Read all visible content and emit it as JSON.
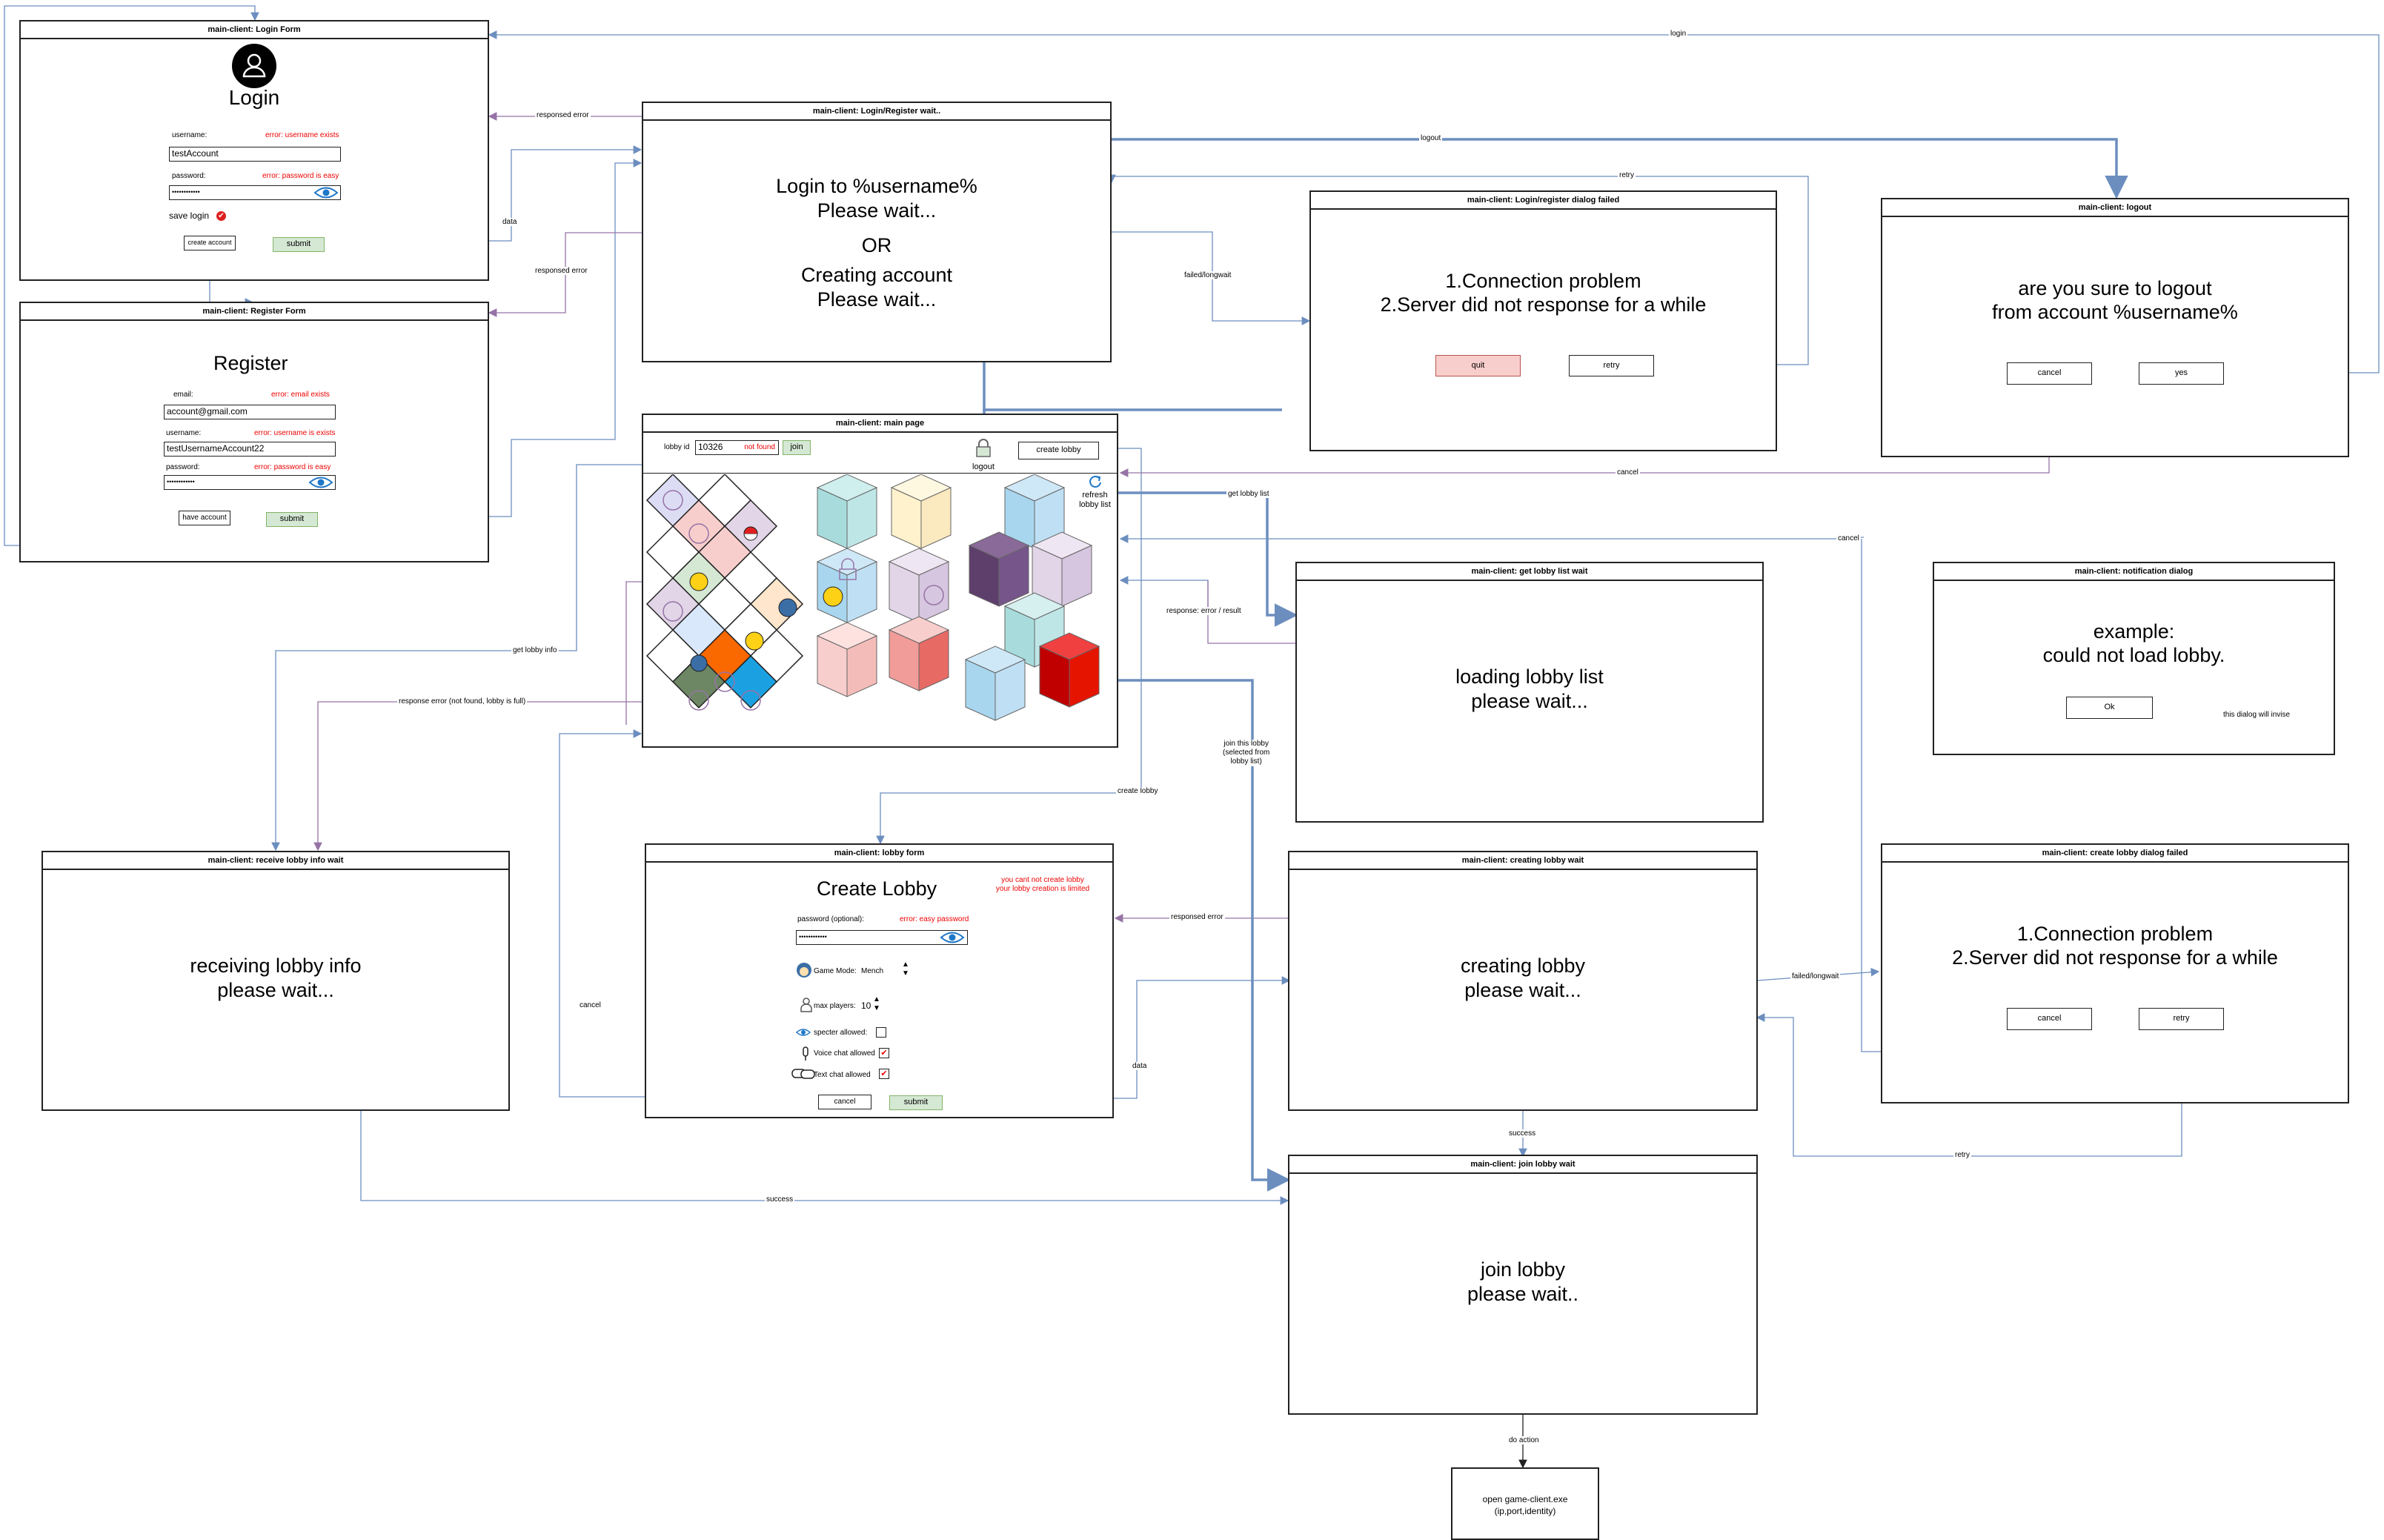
{
  "login_form": {
    "title": "main-client: Login Form",
    "heading": "Login",
    "username_label": "username:",
    "username_error": "error: username exists",
    "username_value": "testAccount",
    "password_label": "password:",
    "password_error": "error: password is easy",
    "password_value": "••••••••••••",
    "save_login": "save login",
    "create_account": "create account",
    "submit": "submit"
  },
  "register_form": {
    "title": "main-client: Register Form",
    "heading": "Register",
    "email_label": "email:",
    "email_error": "error: email exists",
    "email_value": "account@gmail.com",
    "username_label": "username:",
    "username_error": "error: username is exists",
    "username_value": "testUsernameAccount22",
    "password_label": "password:",
    "password_error": "error: password is easy",
    "password_value": "••••••••••••",
    "have_account": "have account",
    "submit": "submit"
  },
  "login_wait": {
    "title": "main-client: Login/Register wait..",
    "line1": "Login to %username%",
    "line2": "Please wait...",
    "or": "OR",
    "line3": "Creating account",
    "line4": "Please wait..."
  },
  "login_failed": {
    "title": "main-client: Login/register dialog failed",
    "line1": "1.Connection problem",
    "line2": "2.Server did not response for a while",
    "quit": "quit",
    "retry": "retry"
  },
  "logout": {
    "title": "main-client: logout",
    "line1": "are you sure to logout",
    "line2": "from account %username%",
    "cancel": "cancel",
    "yes": "yes"
  },
  "main_page": {
    "title": "main-client: main page",
    "lobby_id_label": "lobby id",
    "lobby_id_value": "10326",
    "not_found": "not found",
    "join": "join",
    "logout": "logout",
    "create_lobby": "create lobby",
    "refresh_1": "refresh",
    "refresh_2": "lobby list"
  },
  "lobby_list_wait": {
    "title": "main-client: get lobby list wait",
    "line1": "loading lobby list",
    "line2": "please wait..."
  },
  "notification": {
    "title": "main-client: notification dialog",
    "line1": "example:",
    "line2": "could not load lobby.",
    "ok": "Ok",
    "note": "this dialog will invise"
  },
  "receive_info": {
    "title": "main-client: receive lobby info wait",
    "line1": "receiving lobby info",
    "line2": "please wait..."
  },
  "lobby_form": {
    "title": "main-client: lobby form",
    "heading": "Create Lobby",
    "limit_1": "you cant not create lobby",
    "limit_2": "your lobby creation is limited",
    "password_label": "password (optional):",
    "password_error": "error: easy password",
    "password_value": "••••••••••••",
    "game_mode_label": "Game Mode:",
    "game_mode_value": "Mench",
    "max_players_label": "max players:",
    "max_players_value": "10",
    "spectator": "specter allowed:",
    "voice": "Voice chat allowed",
    "text": "Text chat allowed",
    "cancel": "cancel",
    "submit": "submit"
  },
  "creating_wait": {
    "title": "main-client: creating lobby wait",
    "line1": "creating lobby",
    "line2": "please wait..."
  },
  "create_failed": {
    "title": "main-client: create lobby dialog failed",
    "line1": "1.Connection problem",
    "line2": "2.Server did not response for a while",
    "cancel": "cancel",
    "retry": "retry"
  },
  "join_wait": {
    "title": "main-client: join lobby wait",
    "line1": "join lobby",
    "line2": "please wait.."
  },
  "game_client": {
    "line1": "open game-client.exe",
    "line2": "(ip,port,identity)"
  },
  "edges": {
    "login": "login",
    "responsed_error_1": "responsed error",
    "data_1": "data",
    "responsed_error_2": "responsed error",
    "logout": "logout",
    "retry_1": "retry",
    "failed_longwait_1": "failed/longwait",
    "cancel_1": "cancel",
    "get_lobby_list": "get lobby list",
    "cancel_2": "cancel",
    "response_error_result": "response: error / result",
    "get_lobby_info": "get lobby info",
    "response_error_full": "response error (not found, lobby is full)",
    "join_this_1": "join this lobby",
    "join_this_2": "(selected from",
    "join_this_3": "lobby list)",
    "create_lobby": "create lobby",
    "responsed_error_3": "responsed error",
    "cancel_3": "cancel",
    "data_2": "data",
    "failed_longwait_2": "failed/longwait",
    "success_1": "success",
    "retry_2": "retry",
    "success_2": "success",
    "do_action": "do action"
  }
}
